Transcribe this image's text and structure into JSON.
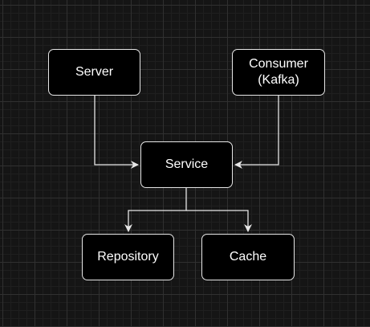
{
  "diagram": {
    "background_color": "#151515",
    "node_fill": "#000000",
    "stroke_color": "#e6e6e6",
    "nodes": {
      "server": {
        "label": "Server"
      },
      "consumer": {
        "label": "Consumer\n(Kafka)"
      },
      "service": {
        "label": "Service"
      },
      "repository": {
        "label": "Repository"
      },
      "cache": {
        "label": "Cache"
      }
    },
    "edges": [
      {
        "from": "server",
        "to": "service"
      },
      {
        "from": "consumer",
        "to": "service"
      },
      {
        "from": "service",
        "to": "repository"
      },
      {
        "from": "service",
        "to": "cache"
      }
    ]
  }
}
